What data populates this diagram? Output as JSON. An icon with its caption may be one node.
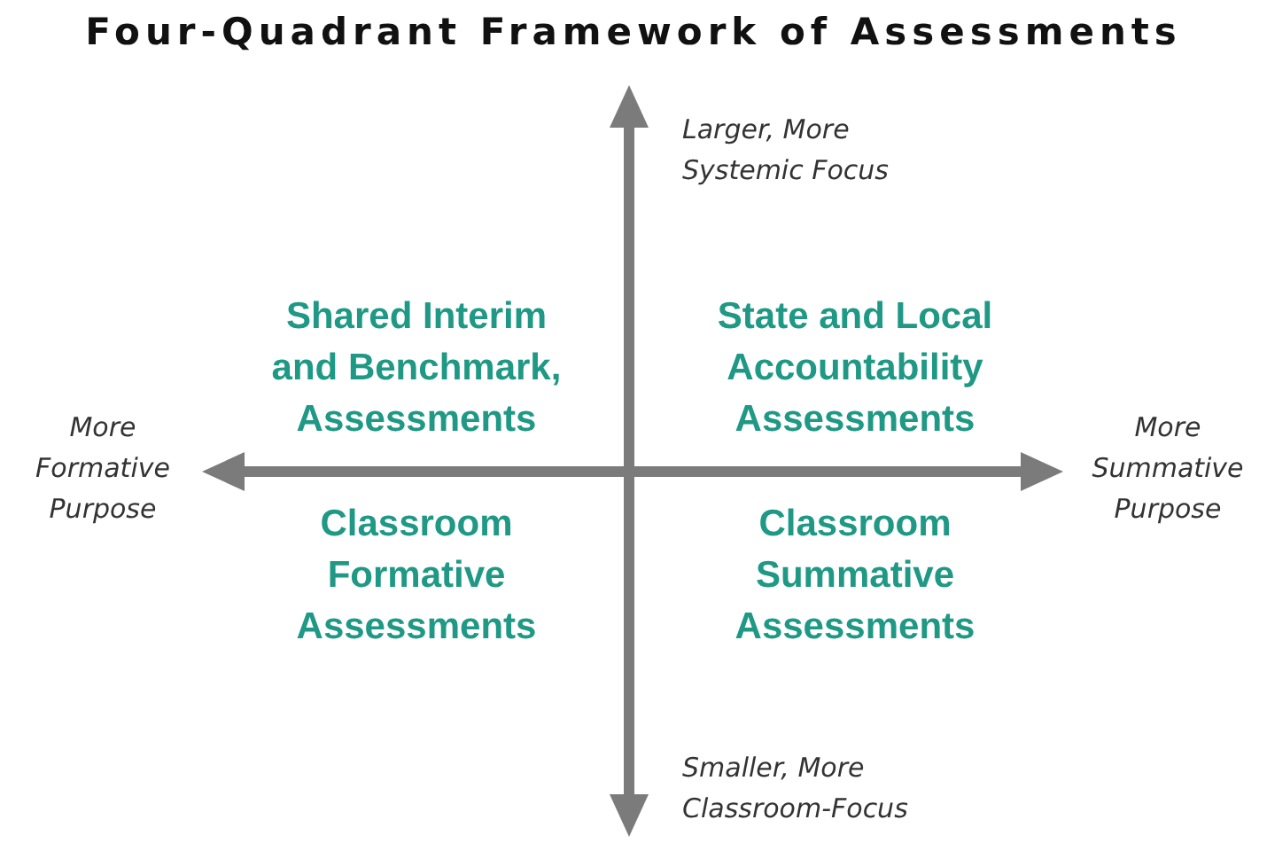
{
  "diagram": {
    "title": "Four-Quadrant Framework of Assessments",
    "labels": [
      "Larger, More Systemic Focus",
      "Shared Interim and Benchmark, Assessments",
      "State and Local Accountability Assessments",
      "More Formative Purpose",
      "More Summative Purpose",
      "Classroom Formative Assessments",
      "Classroom Summative Assessments",
      "Smaller, More Classroom-Focus"
    ]
  }
}
